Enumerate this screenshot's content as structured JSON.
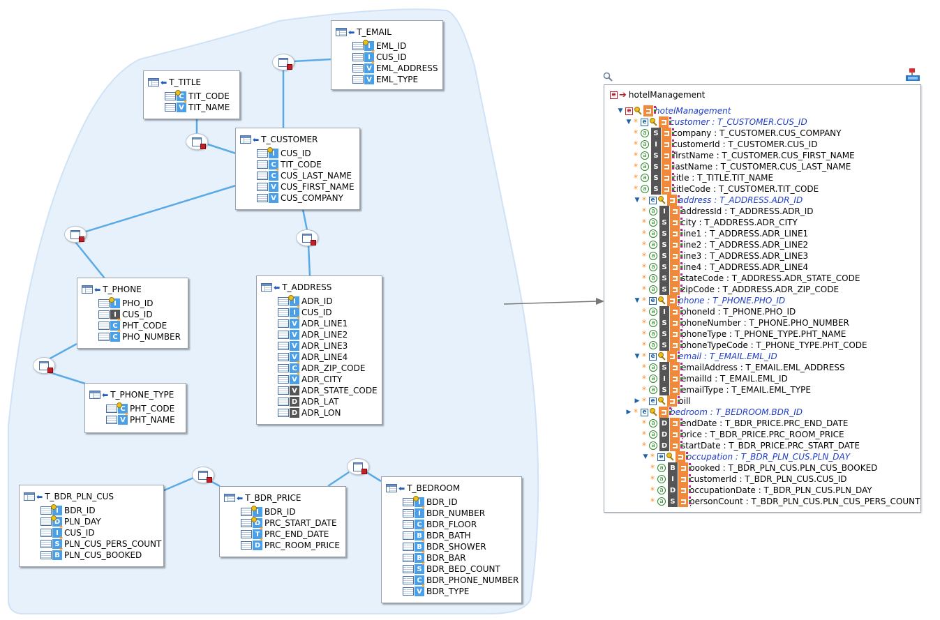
{
  "tables": [
    {
      "id": "t-email",
      "name": "T_EMAIL",
      "cols": [
        {
          "name": "EML_ID",
          "type": "I",
          "key": true,
          "dark": false
        },
        {
          "name": "CUS_ID",
          "type": "I",
          "star": true
        },
        {
          "name": "EML_ADDRESS",
          "type": "V",
          "star": true
        },
        {
          "name": "EML_TYPE",
          "type": "V"
        }
      ]
    },
    {
      "id": "t-title",
      "name": "T_TITLE",
      "cols": [
        {
          "name": "TIT_CODE",
          "type": "C",
          "key": true
        },
        {
          "name": "TIT_NAME",
          "type": "V",
          "star": true
        }
      ]
    },
    {
      "id": "t-customer",
      "name": "T_CUSTOMER",
      "cols": [
        {
          "name": "CUS_ID",
          "type": "I",
          "key": true
        },
        {
          "name": "TIT_CODE",
          "type": "C"
        },
        {
          "name": "CUS_LAST_NAME",
          "type": "C",
          "star": true
        },
        {
          "name": "CUS_FIRST_NAME",
          "type": "V"
        },
        {
          "name": "CUS_COMPANY",
          "type": "V"
        }
      ]
    },
    {
      "id": "t-phone",
      "name": "T_PHONE",
      "cols": [
        {
          "name": "PHO_ID",
          "type": "I",
          "key": true
        },
        {
          "name": "CUS_ID",
          "type": "I",
          "dark": true
        },
        {
          "name": "PHT_CODE",
          "type": "C",
          "star": true
        },
        {
          "name": "PHO_NUMBER",
          "type": "C",
          "star": true
        }
      ]
    },
    {
      "id": "t-address",
      "name": "T_ADDRESS",
      "cols": [
        {
          "name": "ADR_ID",
          "type": "I",
          "key": true
        },
        {
          "name": "CUS_ID",
          "type": "I",
          "star": true
        },
        {
          "name": "ADR_LINE1",
          "type": "V",
          "star": true
        },
        {
          "name": "ADR_LINE2",
          "type": "V"
        },
        {
          "name": "ADR_LINE3",
          "type": "V"
        },
        {
          "name": "ADR_LINE4",
          "type": "V"
        },
        {
          "name": "ADR_ZIP_CODE",
          "type": "C",
          "star": true
        },
        {
          "name": "ADR_CITY",
          "type": "V",
          "star": true
        },
        {
          "name": "ADR_STATE_CODE",
          "type": "V",
          "dark": true
        },
        {
          "name": "ADR_LAT",
          "type": "D",
          "dark": true
        },
        {
          "name": "ADR_LON",
          "type": "D",
          "dark": true
        }
      ]
    },
    {
      "id": "t-phone-type",
      "name": "T_PHONE_TYPE",
      "cols": [
        {
          "name": "PHT_CODE",
          "type": "C",
          "key": true
        },
        {
          "name": "PHT_NAME",
          "type": "V",
          "star": true
        }
      ]
    },
    {
      "id": "t-bdr-pln-cus",
      "name": "T_BDR_PLN_CUS",
      "cols": [
        {
          "name": "BDR_ID",
          "type": "I",
          "key": true
        },
        {
          "name": "PLN_DAY",
          "type": "D",
          "key": true
        },
        {
          "name": "CUS_ID",
          "type": "I",
          "star": true
        },
        {
          "name": "PLN_CUS_PERS_COUNT",
          "type": "S",
          "star": true
        },
        {
          "name": "PLN_CUS_BOOKED",
          "type": "B",
          "star": true
        }
      ]
    },
    {
      "id": "t-bdr-price",
      "name": "T_BDR_PRICE",
      "cols": [
        {
          "name": "BDR_ID",
          "type": "I",
          "key": true
        },
        {
          "name": "PRC_START_DATE",
          "type": "D",
          "key": true
        },
        {
          "name": "PRC_END_DATE",
          "type": "T",
          "star": true
        },
        {
          "name": "PRC_ROOM_PRICE",
          "type": "D",
          "star": true
        }
      ]
    },
    {
      "id": "t-bedroom",
      "name": "T_BEDROOM",
      "cols": [
        {
          "name": "BDR_ID",
          "type": "I",
          "key": true
        },
        {
          "name": "BDR_NUMBER",
          "type": "I",
          "star": true
        },
        {
          "name": "BDR_FLOOR",
          "type": "C"
        },
        {
          "name": "BDR_BATH",
          "type": "B",
          "star": true
        },
        {
          "name": "BDR_SHOWER",
          "type": "B",
          "star": true
        },
        {
          "name": "BDR_BAR",
          "type": "B",
          "star": true
        },
        {
          "name": "BDR_BED_COUNT",
          "type": "S",
          "star": true
        },
        {
          "name": "BDR_PHONE_NUMBER",
          "type": "C"
        },
        {
          "name": "BDR_TYPE",
          "type": "V",
          "star": true
        }
      ]
    }
  ],
  "tree": {
    "title": "hotelManagement",
    "nodes": [
      {
        "text": "hotelManagement",
        "blue": true,
        "kind": "root",
        "depth": 0,
        "exp": "▼"
      },
      {
        "text": "customer : T_CUSTOMER.CUS_ID",
        "blue": true,
        "kind": "entity",
        "depth": 1,
        "exp": "▼"
      },
      {
        "text": "company : T_CUSTOMER.CUS_COMPANY",
        "kind": "attr",
        "t": "S",
        "depth": 2
      },
      {
        "text": "customerId : T_CUSTOMER.CUS_ID",
        "kind": "attr",
        "t": "I",
        "depth": 2
      },
      {
        "text": "firstName : T_CUSTOMER.CUS_FIRST_NAME",
        "kind": "attr",
        "t": "S",
        "depth": 2
      },
      {
        "text": "lastName : T_CUSTOMER.CUS_LAST_NAME",
        "kind": "attr",
        "t": "S",
        "depth": 2
      },
      {
        "text": "title : T_TITLE.TIT_NAME",
        "kind": "attr",
        "t": "S",
        "depth": 2
      },
      {
        "text": "titleCode : T_CUSTOMER.TIT_CODE",
        "kind": "attr",
        "t": "S",
        "depth": 2
      },
      {
        "text": "address : T_ADDRESS.ADR_ID",
        "blue": true,
        "kind": "entity",
        "depth": 2,
        "exp": "▼"
      },
      {
        "text": "addressId : T_ADDRESS.ADR_ID",
        "kind": "attr",
        "t": "I",
        "depth": 3
      },
      {
        "text": "city : T_ADDRESS.ADR_CITY",
        "kind": "attr",
        "t": "S",
        "depth": 3
      },
      {
        "text": "line1 : T_ADDRESS.ADR_LINE1",
        "kind": "attr",
        "t": "S",
        "depth": 3
      },
      {
        "text": "line2 : T_ADDRESS.ADR_LINE2",
        "kind": "attr",
        "t": "S",
        "depth": 3
      },
      {
        "text": "line3 : T_ADDRESS.ADR_LINE3",
        "kind": "attr",
        "t": "S",
        "depth": 3
      },
      {
        "text": "line4 : T_ADDRESS.ADR_LINE4",
        "kind": "attr",
        "t": "S",
        "depth": 3
      },
      {
        "text": "stateCode : T_ADDRESS.ADR_STATE_CODE",
        "kind": "attr",
        "t": "S",
        "depth": 3
      },
      {
        "text": "zipCode : T_ADDRESS.ADR_ZIP_CODE",
        "kind": "attr",
        "t": "S",
        "depth": 3
      },
      {
        "text": "phone : T_PHONE.PHO_ID",
        "blue": true,
        "kind": "entity",
        "depth": 2,
        "exp": "▼"
      },
      {
        "text": "phoneId : T_PHONE.PHO_ID",
        "kind": "attr",
        "t": "I",
        "depth": 3
      },
      {
        "text": "phoneNumber : T_PHONE.PHO_NUMBER",
        "kind": "attr",
        "t": "S",
        "depth": 3
      },
      {
        "text": "phoneType : T_PHONE_TYPE.PHT_NAME",
        "kind": "attr",
        "t": "S",
        "depth": 3
      },
      {
        "text": "phoneTypeCode : T_PHONE_TYPE.PHT_CODE",
        "kind": "attr",
        "t": "S",
        "depth": 3
      },
      {
        "text": "email : T_EMAIL.EML_ID",
        "blue": true,
        "kind": "entity",
        "depth": 2,
        "exp": "▼"
      },
      {
        "text": "emailAddress : T_EMAIL.EML_ADDRESS",
        "kind": "attr",
        "t": "S",
        "depth": 3
      },
      {
        "text": "emailId : T_EMAIL.EML_ID",
        "kind": "attr",
        "t": "I",
        "depth": 3
      },
      {
        "text": "emailType : T_EMAIL.EML_TYPE",
        "kind": "attr",
        "t": "S",
        "depth": 3
      },
      {
        "text": "bill",
        "kind": "entity-plain",
        "depth": 2,
        "exp": "▶"
      },
      {
        "text": "bedroom : T_BEDROOM.BDR_ID",
        "blue": true,
        "kind": "entity",
        "depth": 1,
        "exp": "▶"
      },
      {
        "text": "endDate : T_BDR_PRICE.PRC_END_DATE",
        "kind": "attr",
        "t": "D",
        "depth": 3
      },
      {
        "text": "price : T_BDR_PRICE.PRC_ROOM_PRICE",
        "kind": "attr",
        "t": "D",
        "depth": 3
      },
      {
        "text": "startDate : T_BDR_PRICE.PRC_START_DATE",
        "kind": "attr",
        "t": "D",
        "depth": 3
      },
      {
        "text": "occupation : T_BDR_PLN_CUS.PLN_DAY",
        "blue": true,
        "kind": "entity",
        "depth": 3,
        "exp": "▼"
      },
      {
        "text": "booked : T_BDR_PLN_CUS.PLN_CUS_BOOKED",
        "kind": "attr",
        "t": "B",
        "depth": 4
      },
      {
        "text": "customerId : T_BDR_PLN_CUS.CUS_ID",
        "kind": "attr",
        "t": "I",
        "depth": 4
      },
      {
        "text": "occupationDate : T_BDR_PLN_CUS.PLN_DAY",
        "kind": "attr",
        "t": "D",
        "depth": 4
      },
      {
        "text": "personCount : T_BDR_PLN_CUS.PLN_CUS_PERS_COUNT",
        "kind": "attr",
        "t": "S",
        "depth": 4
      }
    ]
  },
  "colors": {
    "region": "#e6f1fc",
    "region_border": "#cfe2f6",
    "link": "#5aaae6",
    "arrow": "#777777"
  },
  "icons": {
    "search": "search-icon",
    "integration": "int-icon",
    "relation": "relation-icon"
  }
}
